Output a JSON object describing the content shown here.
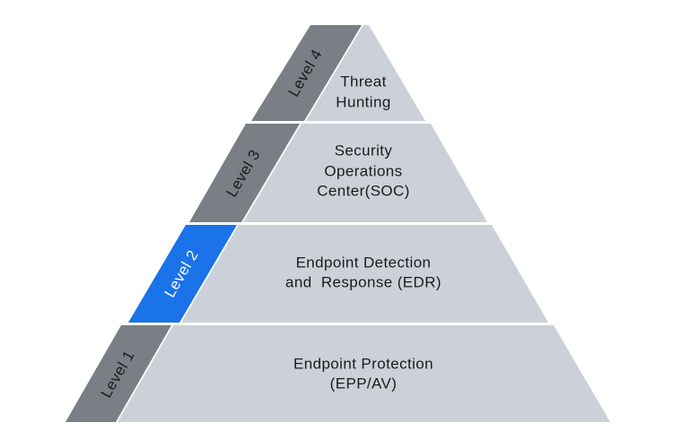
{
  "diagram": {
    "tiers": [
      {
        "level_label": "Level 1",
        "lines": [
          "Endpoint Protection",
          "(EPP/AV)"
        ],
        "highlighted": false
      },
      {
        "level_label": "Level 2",
        "lines": [
          "Endpoint Detection",
          "and  Response (EDR)"
        ],
        "highlighted": true
      },
      {
        "level_label": "Level 3",
        "lines": [
          "Security",
          "Operations",
          "Center(SOC)"
        ],
        "highlighted": false
      },
      {
        "level_label": "Level 4",
        "lines": [
          "Threat",
          "Hunting"
        ],
        "highlighted": false
      }
    ],
    "colors": {
      "tier_fill": "#ccd0d9",
      "level_fill": "#7a7f85",
      "highlight_fill": "#1a73e8",
      "text": "#1c1c1c",
      "highlight_text": "#ffffff"
    }
  }
}
